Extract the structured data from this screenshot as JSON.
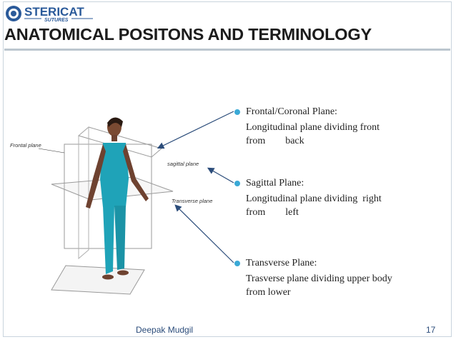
{
  "logo": {
    "brand": "STERICAT",
    "sub": "SUTURES"
  },
  "slide": {
    "title": "ANATOMICAL POSITONS AND TERMINOLOGY"
  },
  "figure": {
    "labels": {
      "frontal": "Frontal plane",
      "sagittal": "sagittal plane",
      "transverse": "Transverse plane"
    }
  },
  "bullets": [
    {
      "head": "Frontal/Coronal Plane:",
      "line1": "Longitudinal plane dividing front",
      "line2": "from        back"
    },
    {
      "head": "Sagittal Plane:",
      "line1": "Longitudinal plane dividing  right",
      "line2": "from        left"
    },
    {
      "head": "Transverse Plane:",
      "line1": "Trasverse plane dividing upper body",
      "line2": "from lower"
    }
  ],
  "footer": {
    "author": "Deepak Mudgil",
    "page": "17"
  },
  "colors": {
    "accent": "#3aa9d6",
    "logo_blue": "#2a5a9a",
    "suit": "#1fa3b8",
    "footer_text": "#2b4c7a"
  }
}
